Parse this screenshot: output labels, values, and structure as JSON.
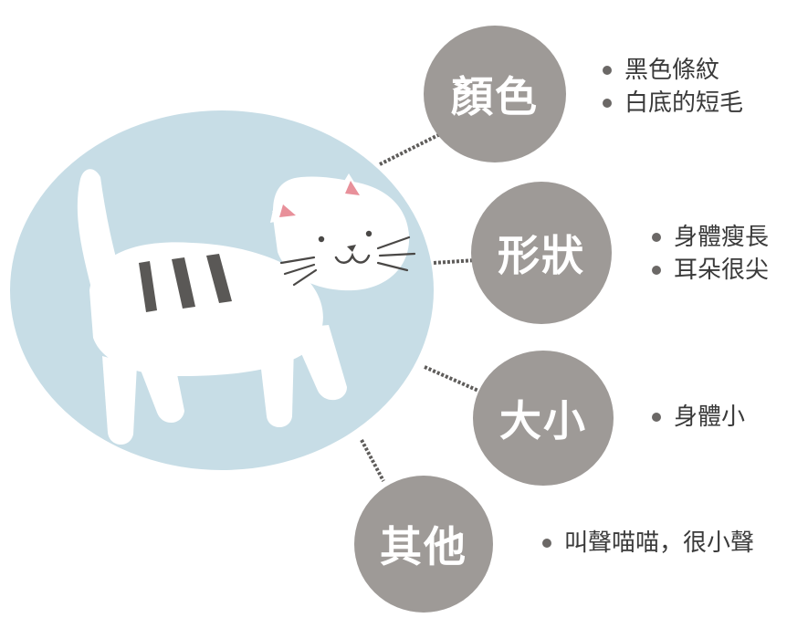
{
  "colors": {
    "background_circle": "#c7dde6",
    "node_fill": "#9e9a97",
    "connector": "#5e5c5a",
    "cat_body": "#ffffff",
    "cat_stripes": "#5a5856",
    "ear_inner": "#e8909a"
  },
  "nodes": [
    {
      "label": "顏色",
      "notes": [
        "黑色條紋",
        "白底的短毛"
      ]
    },
    {
      "label": "形狀",
      "notes": [
        "身體瘦長",
        "耳朵很尖"
      ]
    },
    {
      "label": "大小",
      "notes": [
        "身體小"
      ]
    },
    {
      "label": "其他",
      "notes": [
        "叫聲喵喵，很小聲"
      ]
    }
  ]
}
